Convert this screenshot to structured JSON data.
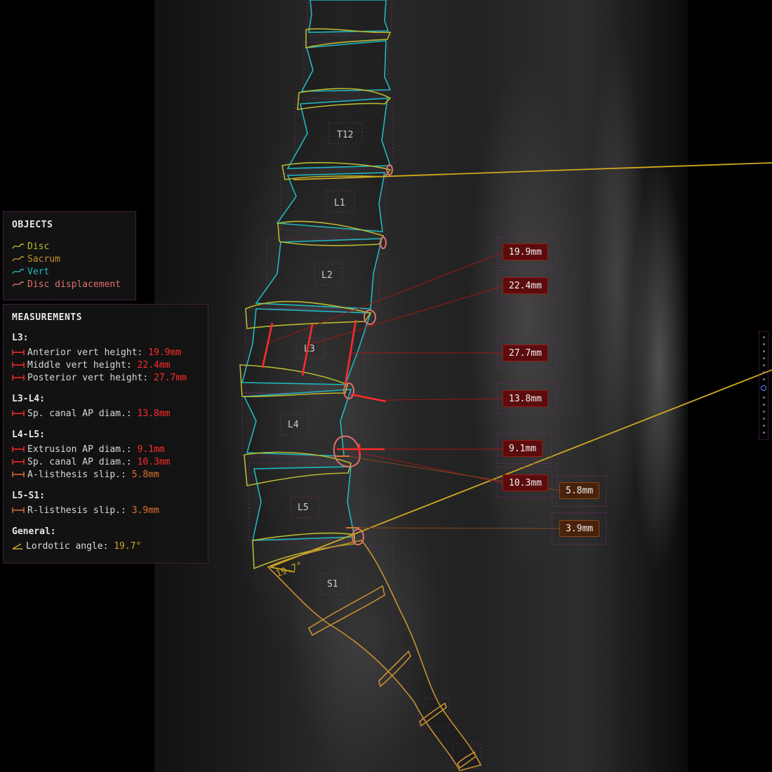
{
  "objects_panel": {
    "title": "OBJECTS",
    "items": [
      {
        "label": "Disc",
        "color": "#b8b830"
      },
      {
        "label": "Sacrum",
        "color": "#c89030"
      },
      {
        "label": "Vert",
        "color": "#20b8c0"
      },
      {
        "label": "Disc displacement",
        "color": "#e07070"
      }
    ]
  },
  "measurements_panel": {
    "title": "MEASUREMENTS",
    "groups": [
      {
        "title": "L3:",
        "rows": [
          {
            "label": "Anterior vert height:",
            "value": "19.9mm",
            "color": "#ff2a2a"
          },
          {
            "label": "Middle vert height:",
            "value": "22.4mm",
            "color": "#ff2a2a"
          },
          {
            "label": "Posterior vert height:",
            "value": "27.7mm",
            "color": "#ff2a2a"
          }
        ]
      },
      {
        "title": "L3-L4:",
        "rows": [
          {
            "label": "Sp. canal AP diam.:",
            "value": "13.8mm",
            "color": "#ff2a2a"
          }
        ]
      },
      {
        "title": "L4-L5:",
        "rows": [
          {
            "label": "Extrusion AP diam.:",
            "value": "9.1mm",
            "color": "#ff2a2a"
          },
          {
            "label": "Sp. canal AP diam.:",
            "value": "10.3mm",
            "color": "#ff2a2a"
          },
          {
            "label": "A-listhesis slip.:",
            "value": "5.8mm",
            "color": "#e07030"
          }
        ]
      },
      {
        "title": "L5-S1:",
        "rows": [
          {
            "label": "R-listhesis slip.:",
            "value": "3.9mm",
            "color": "#e07030"
          }
        ]
      },
      {
        "title": "General:",
        "rows": [
          {
            "label": "Lordotic angle:",
            "value": "19.7°",
            "color": "#d0a820"
          }
        ]
      }
    ]
  },
  "vertebra_labels": [
    "T12",
    "L1",
    "L2",
    "L3",
    "L4",
    "L5",
    "S1"
  ],
  "measurement_boxes": [
    "19.9mm",
    "22.4mm",
    "27.7mm",
    "13.8mm",
    "9.1mm",
    "10.3mm",
    "5.8mm",
    "3.9mm"
  ],
  "angle_label": "19.7°",
  "colors": {
    "disc": "#b8b830",
    "sacrum": "#c89030",
    "vert": "#20b8c0",
    "displacement": "#e07070",
    "measure_red": "#ff2a2a",
    "measure_orange": "#e07030",
    "angle": "#d0a820",
    "frame": "#6a2a6a"
  }
}
